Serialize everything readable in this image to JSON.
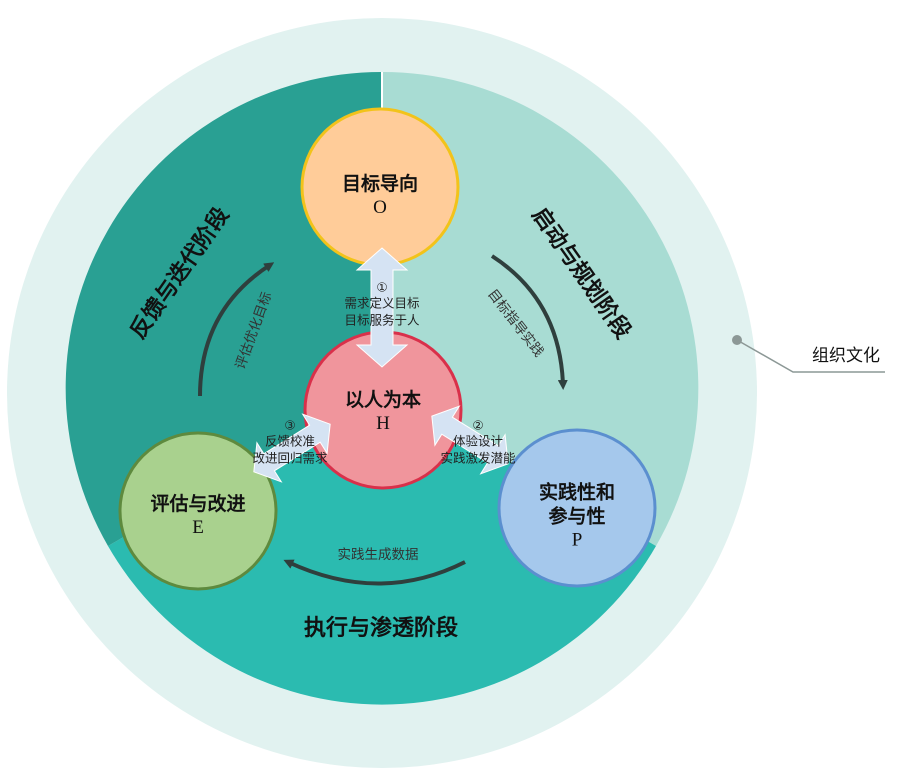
{
  "culture_label": "组织文化",
  "stages": {
    "planning": "启动与规划阶段",
    "execution": "执行与渗透阶段",
    "feedback": "反馈与迭代阶段"
  },
  "nodes": {
    "goal": {
      "title": "目标导向",
      "letter": "O",
      "fill": "#FFCC99",
      "stroke": "#F2C31A"
    },
    "human": {
      "title": "以人为本",
      "letter": "H",
      "fill": "#F0959C",
      "stroke": "#D9304A"
    },
    "practice": {
      "title_line1": "实践性和",
      "title_line2": "参与性",
      "letter": "P",
      "fill": "#A5C8EC",
      "stroke": "#5B8FCF"
    },
    "evaluate": {
      "title": "评估与改进",
      "letter": "E",
      "fill": "#A9D18E",
      "stroke": "#5E8A3E"
    }
  },
  "links": {
    "top": {
      "number": "①",
      "line1": "需求定义目标",
      "line2": "目标服务于人"
    },
    "right": {
      "number": "②",
      "line1": "体验设计",
      "line2": "实践激发潜能"
    },
    "left": {
      "number": "③",
      "line1": "反馈校准",
      "line2": "改进回归需求"
    }
  },
  "cycle_labels": {
    "guide": "目标指导实践",
    "data": "实践生成数据",
    "optimize": "评估优化目标"
  },
  "colors": {
    "outer_ring": "#E1F2F0",
    "planning_sector": "#A8DCD3",
    "execution_sector": "#2BBBB0",
    "feedback_sector": "#29A093",
    "arrow_fill": "#D5E3F3",
    "cycle_arrow": "#2F3F3D"
  }
}
